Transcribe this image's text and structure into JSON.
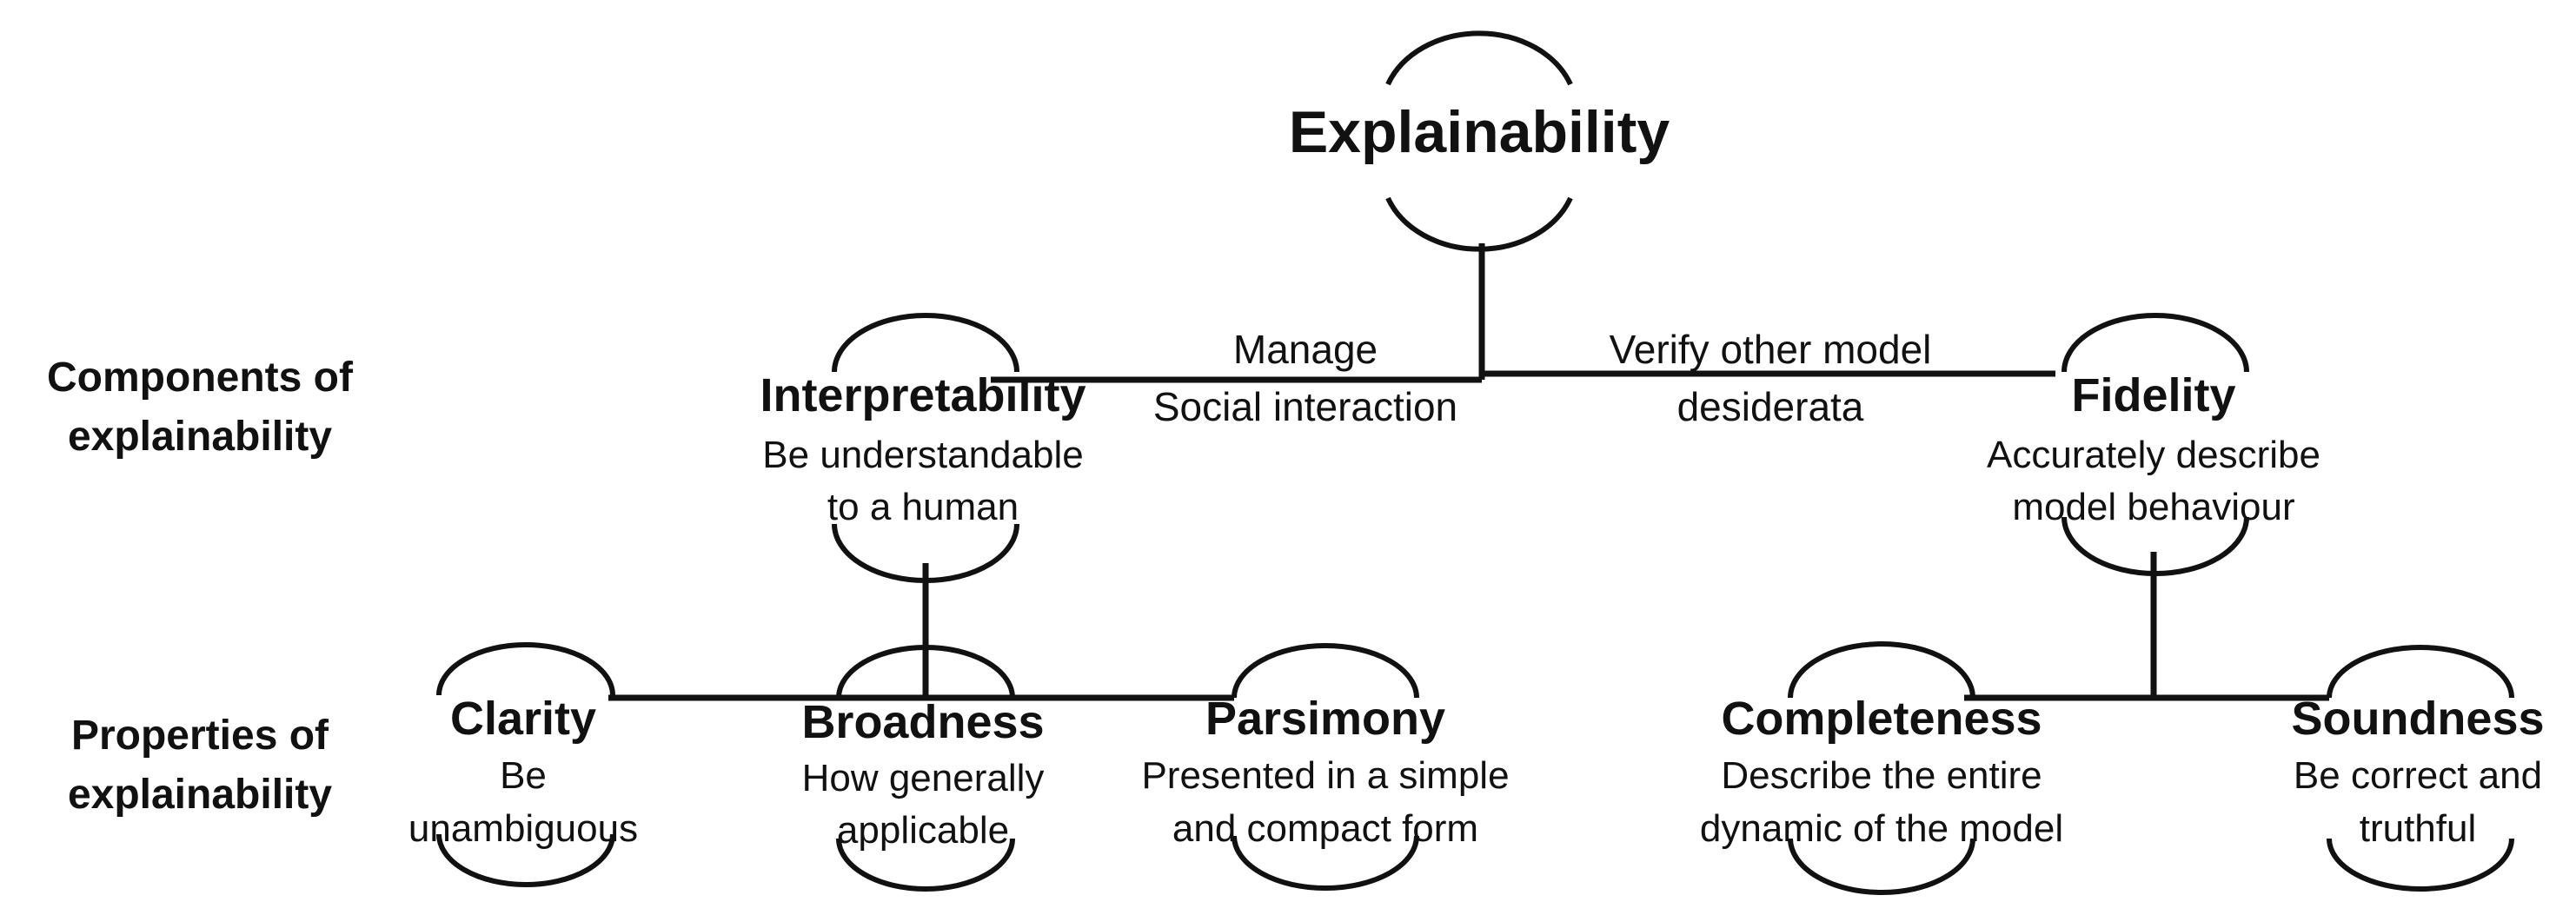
{
  "root": {
    "title": "Explainability"
  },
  "row_labels": {
    "components": [
      "Components  of",
      "explainability"
    ],
    "properties": [
      "Properties of",
      "explainability"
    ]
  },
  "edge_labels": {
    "left": [
      "Manage",
      "Social interaction"
    ],
    "right": [
      "Verify other model",
      "desiderata"
    ]
  },
  "components": [
    {
      "title": "Interpretability",
      "desc": [
        "Be understandable",
        "to a human"
      ]
    },
    {
      "title": "Fidelity",
      "desc": [
        "Accurately describe",
        "model behaviour"
      ]
    }
  ],
  "properties": [
    {
      "title": "Clarity",
      "desc": [
        "Be",
        "unambiguous"
      ]
    },
    {
      "title": "Broadness",
      "desc": [
        "How generally",
        "applicable"
      ]
    },
    {
      "title": "Parsimony",
      "desc": [
        "Presented in a simple",
        "and compact form"
      ]
    },
    {
      "title": "Completeness",
      "desc": [
        "Describe the entire",
        "dynamic of the model"
      ]
    },
    {
      "title": "Soundness",
      "desc": [
        "Be correct and",
        "truthful"
      ]
    }
  ]
}
